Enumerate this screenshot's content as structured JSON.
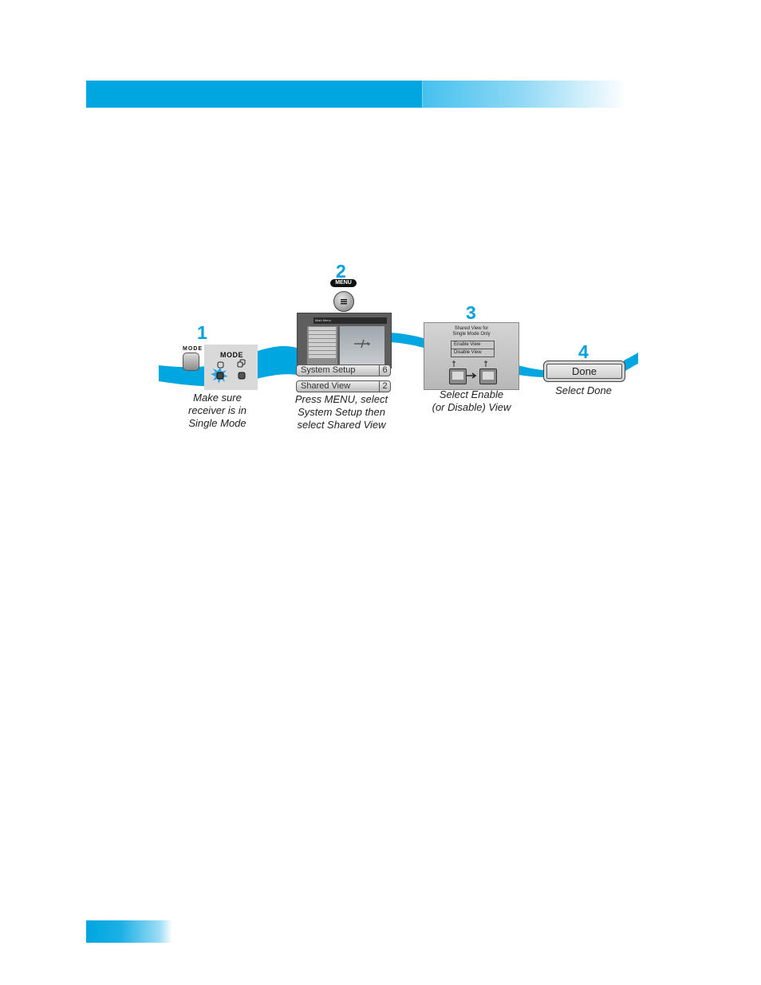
{
  "colors": {
    "brand_blue": "#009fe0",
    "header_blue": "#00a6e0",
    "ribbon_blue": "#00a6e0"
  },
  "step1": {
    "number": "1",
    "button_label": "MODE",
    "panel_title": "MODE",
    "caption": [
      "Make sure",
      "receiver is in",
      "Single Mode"
    ]
  },
  "step2": {
    "number": "2",
    "button_label": "MENU",
    "screen_title": "Main Menu",
    "menu_item_1": {
      "label": "System Setup",
      "num": "6"
    },
    "menu_item_2": {
      "label": "Shared View",
      "num": "2"
    },
    "caption": [
      "Press MENU, select",
      "System Setup then",
      "select Shared View"
    ]
  },
  "step3": {
    "number": "3",
    "panel_title": [
      "Shared View for",
      "Single Mode Only"
    ],
    "option_enable": "Enable View",
    "option_disable": "Disable View",
    "caption": [
      "Select Enable",
      "(or Disable) View"
    ]
  },
  "step4": {
    "number": "4",
    "button_label": "Done",
    "caption": [
      "Select Done"
    ]
  }
}
